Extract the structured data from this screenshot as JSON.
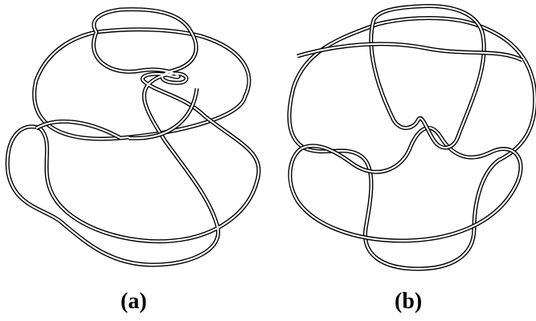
{
  "figure": {
    "panels": [
      {
        "id": "a",
        "caption": "(a)"
      },
      {
        "id": "b",
        "caption": "(b)"
      }
    ],
    "colors": {
      "background": "#ffffff",
      "tube_outline": "#000000",
      "tube_fill": "#ffffff"
    }
  }
}
